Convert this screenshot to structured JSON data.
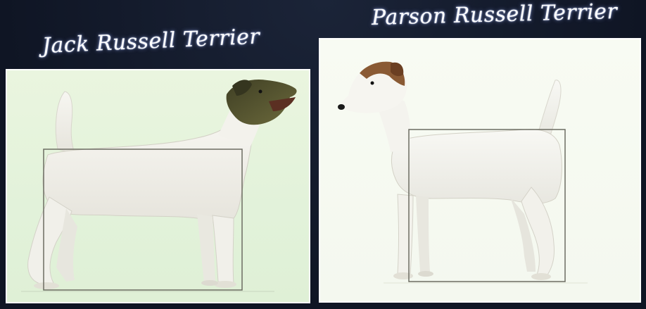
{
  "captions": {
    "left": "Jack Russell Terrier",
    "right": "Parson Russell Terrier"
  },
  "colors": {
    "background": "#121a2b",
    "left_panel": "#e4f2dc",
    "right_panel": "#f6faf1",
    "coat_white": "#f4f3ef",
    "tan_marking": "#8a5a34",
    "dark_marking": "#4b4a2a"
  },
  "images": {
    "left": "jack-russell-terrier-illustration",
    "right": "parson-russell-terrier-illustration"
  }
}
